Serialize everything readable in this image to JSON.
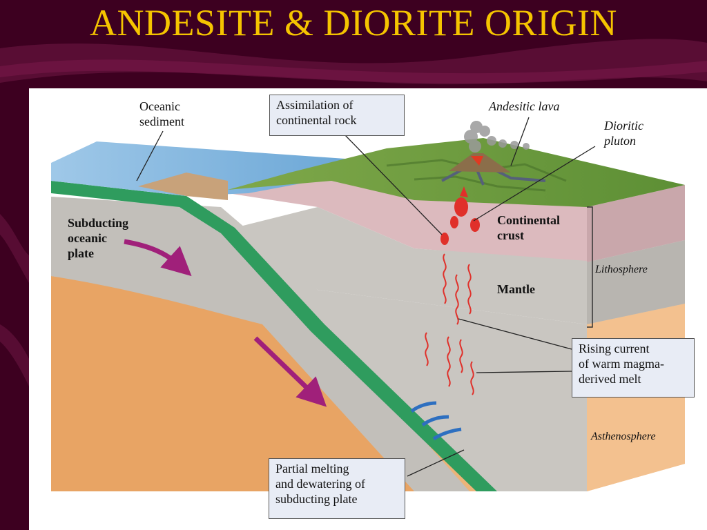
{
  "slide": {
    "title": "ANDESITE & DIORITE ORIGIN"
  },
  "diagram": {
    "labels": {
      "oceanic_sediment": "Oceanic\nsediment",
      "assimilation": "Assimilation of\ncontinental rock",
      "andesitic_lava": "Andesitic lava",
      "dioritic_pluton": "Dioritic\npluton",
      "subducting_plate": "Subducting\noceanic\nplate",
      "continental_crust": "Continental\ncrust",
      "lithosphere": "Lithosphere",
      "mantle": "Mantle",
      "rising_current": "Rising current\nof warm magma-\nderived melt",
      "asthenosphere": "Asthenosphere",
      "partial_melting": "Partial melting\nand dewatering of\nsubducting plate"
    },
    "colors": {
      "background": "#3d0020",
      "title": "#f5c400",
      "ocean": "#7fb4dc",
      "continental_crust": "#d9b8bc",
      "lithospheric_mantle": "#c8c5c0",
      "asthenosphere": "#e8aa6e",
      "oceanic_crust": "#2f9c5e",
      "magma": "#e0302a",
      "arrow_subduction": "#a0207a",
      "arrow_water": "#2d6fc0"
    }
  }
}
